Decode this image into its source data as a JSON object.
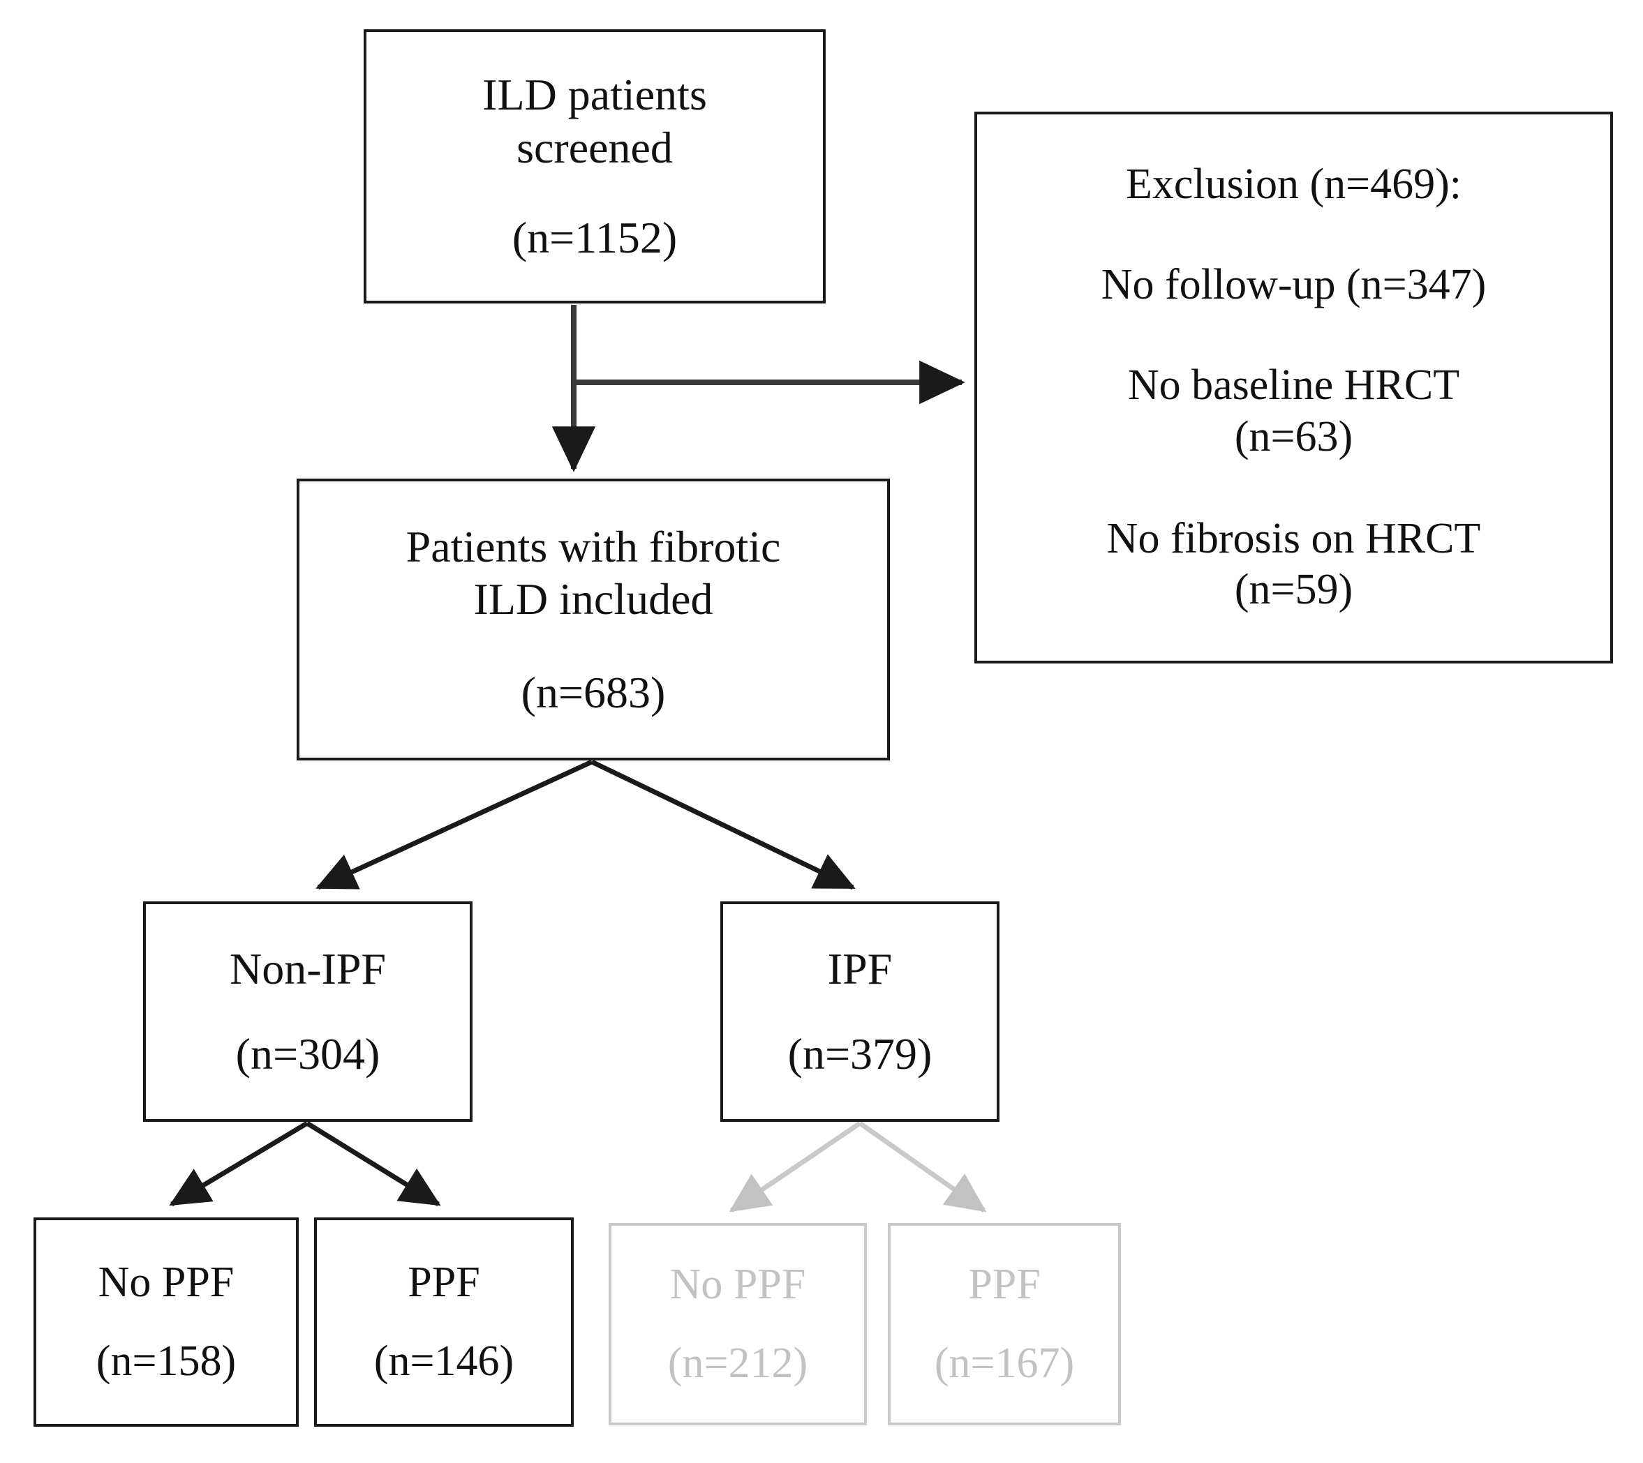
{
  "diagram": {
    "title": "Patient selection flow diagram",
    "colors": {
      "active_stroke": "#1a1a1a",
      "dimmed_stroke": "#c9c9c9",
      "active_text": "#111111",
      "dimmed_text": "#c2c2c2",
      "background": "#ffffff"
    },
    "nodes": {
      "screened": {
        "line1": "ILD patients",
        "line2": "screened",
        "count": "(n=1152)",
        "state": "active"
      },
      "exclusion": {
        "header": "Exclusion (n=469):",
        "item1": "No follow-up (n=347)",
        "item2_line1": "No baseline HRCT",
        "item2_line2": "(n=63)",
        "item3_line1": "No fibrosis on HRCT",
        "item3_line2": "(n=59)",
        "state": "active"
      },
      "included": {
        "line1": "Patients with fibrotic",
        "line2": "ILD included",
        "count": "(n=683)",
        "state": "active"
      },
      "nonipf": {
        "label": "Non-IPF",
        "count": "(n=304)",
        "state": "active"
      },
      "ipf": {
        "label": "IPF",
        "count": "(n=379)",
        "state": "active"
      },
      "nonipf_noppf": {
        "label": "No PPF",
        "count": "(n=158)",
        "state": "active"
      },
      "nonipf_ppf": {
        "label": "PPF",
        "count": "(n=146)",
        "state": "active"
      },
      "ipf_noppf": {
        "label": "No PPF",
        "count": "(n=212)",
        "state": "dimmed"
      },
      "ipf_ppf": {
        "label": "PPF",
        "count": "(n=167)",
        "state": "dimmed"
      }
    },
    "edges": [
      {
        "from": "screened",
        "to": "exclusion",
        "style": "active",
        "shape": "elbow-right"
      },
      {
        "from": "screened",
        "to": "included",
        "style": "active",
        "shape": "vertical"
      },
      {
        "from": "included",
        "to": "nonipf",
        "style": "active",
        "shape": "diagonal-left"
      },
      {
        "from": "included",
        "to": "ipf",
        "style": "active",
        "shape": "diagonal-right"
      },
      {
        "from": "nonipf",
        "to": "nonipf_noppf",
        "style": "active",
        "shape": "diagonal-left"
      },
      {
        "from": "nonipf",
        "to": "nonipf_ppf",
        "style": "active",
        "shape": "diagonal-right"
      },
      {
        "from": "ipf",
        "to": "ipf_noppf",
        "style": "dimmed",
        "shape": "diagonal-left"
      },
      {
        "from": "ipf",
        "to": "ipf_ppf",
        "style": "dimmed",
        "shape": "diagonal-right"
      }
    ]
  }
}
